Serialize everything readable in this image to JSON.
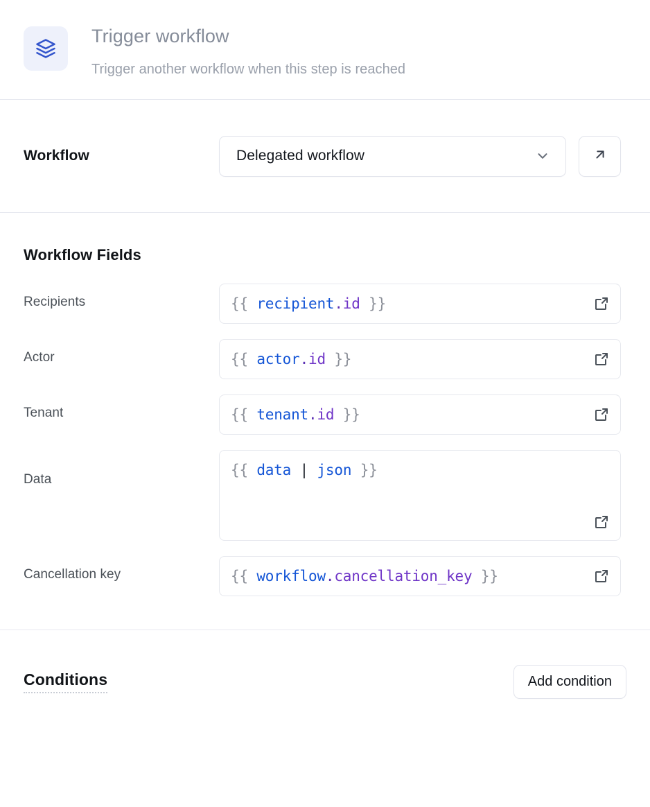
{
  "header": {
    "icon": "layers-icon",
    "icon_color": "#3355cc",
    "icon_bg": "#eef1fb",
    "title": "Trigger workflow",
    "subtitle": "Trigger another workflow when this step is reached"
  },
  "workflow_row": {
    "label": "Workflow",
    "selected_option": "Delegated workflow",
    "chevron_icon": "chevron-down-icon",
    "open_icon": "arrow-up-right-icon"
  },
  "fields_section": {
    "heading": "Workflow Fields",
    "expand_icon": "external-link-icon",
    "fields": [
      {
        "label": "Recipients",
        "value": "{{ recipient.id }}",
        "tokens": [
          {
            "t": "{{ ",
            "k": "brace"
          },
          {
            "t": "recipient",
            "k": "obj"
          },
          {
            "t": ".",
            "k": "dot"
          },
          {
            "t": "id",
            "k": "prop"
          },
          {
            "t": " }}",
            "k": "brace"
          }
        ],
        "multiline": false
      },
      {
        "label": "Actor",
        "value": "{{ actor.id }}",
        "tokens": [
          {
            "t": "{{ ",
            "k": "brace"
          },
          {
            "t": "actor",
            "k": "obj"
          },
          {
            "t": ".",
            "k": "dot"
          },
          {
            "t": "id",
            "k": "prop"
          },
          {
            "t": " }}",
            "k": "brace"
          }
        ],
        "multiline": false
      },
      {
        "label": "Tenant",
        "value": "{{ tenant.id }}",
        "tokens": [
          {
            "t": "{{ ",
            "k": "brace"
          },
          {
            "t": "tenant",
            "k": "obj"
          },
          {
            "t": ".",
            "k": "dot"
          },
          {
            "t": "id",
            "k": "prop"
          },
          {
            "t": " }}",
            "k": "brace"
          }
        ],
        "multiline": false
      },
      {
        "label": "Data",
        "value": "{{ data | json }}",
        "tokens": [
          {
            "t": "{{ ",
            "k": "brace"
          },
          {
            "t": "data",
            "k": "obj"
          },
          {
            "t": " ",
            "k": "brace"
          },
          {
            "t": "|",
            "k": "pipe"
          },
          {
            "t": " ",
            "k": "brace"
          },
          {
            "t": "json",
            "k": "filter"
          },
          {
            "t": " }}",
            "k": "brace"
          }
        ],
        "multiline": true
      },
      {
        "label": "Cancellation key",
        "value": "{{ workflow.cancellation_key }}",
        "tokens": [
          {
            "t": "{{ ",
            "k": "brace"
          },
          {
            "t": "workflow",
            "k": "obj"
          },
          {
            "t": ".",
            "k": "dot"
          },
          {
            "t": "cancellation_key",
            "k": "prop"
          },
          {
            "t": " }}",
            "k": "brace"
          }
        ],
        "multiline": false
      }
    ]
  },
  "conditions_section": {
    "title": "Conditions",
    "add_button_label": "Add condition"
  },
  "colors": {
    "divider": "#e7e9f0",
    "border": "#e2e4ec",
    "template_blue": "#1455d6",
    "template_purple": "#6f35c7",
    "muted_text": "#858c99"
  }
}
